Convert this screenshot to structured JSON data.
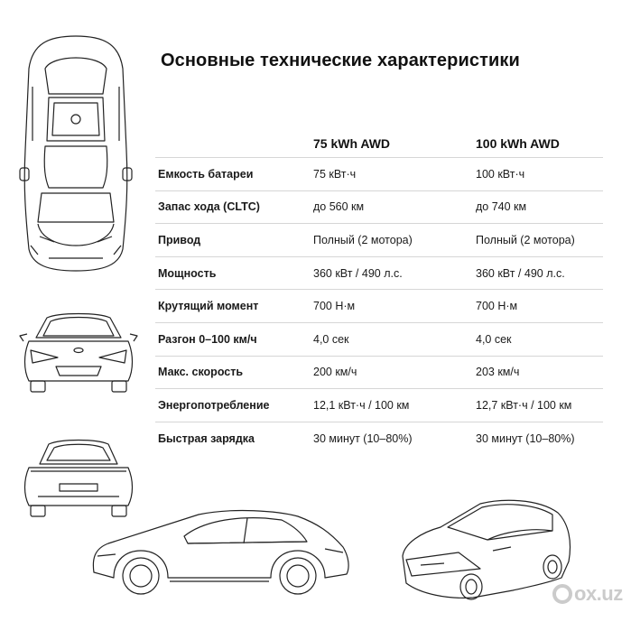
{
  "title": "Основные технические характеристики",
  "columns": [
    "",
    "75 kWh AWD",
    "100 kWh AWD"
  ],
  "rows": [
    {
      "label": "Емкость батареи",
      "v1": "75 кВт·ч",
      "v2": "100 кВт·ч"
    },
    {
      "label": "Запас хода (CLTC)",
      "v1": "до 560 км",
      "v2": "до 740 км"
    },
    {
      "label": "Привод",
      "v1": "Полный (2 мотора)",
      "v2": "Полный (2 мотора)"
    },
    {
      "label": "Мощность",
      "v1": "360 кВт / 490 л.с.",
      "v2": "360 кВт / 490 л.с."
    },
    {
      "label": "Крутящий момент",
      "v1": "700 Н·м",
      "v2": "700 Н·м"
    },
    {
      "label": "Разгон 0–100 км/ч",
      "v1": "4,0 сек",
      "v2": "4,0 сек"
    },
    {
      "label": "Макс. скорость",
      "v1": "200 км/ч",
      "v2": "203 км/ч"
    },
    {
      "label": "Энергопотребление",
      "v1": "12,1 кВт·ч / 100 км",
      "v2": "12,7 кВт·ч / 100 км"
    },
    {
      "label": "Быстрая зарядка",
      "v1": "30 минут (10–80%)",
      "v2": "30 минут (10–80%)"
    }
  ],
  "watermark": {
    "brand": "ox.uz"
  },
  "colors": {
    "line": "#222222",
    "divider": "#d6d6d6",
    "text": "#111111"
  }
}
